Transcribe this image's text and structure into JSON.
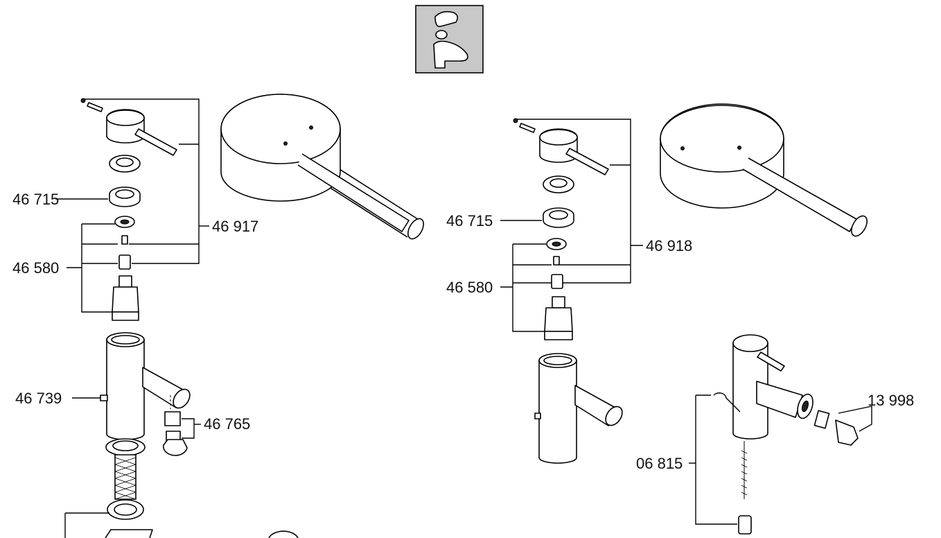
{
  "icon": {
    "name": "lever-faucet-icon",
    "background": "#c8c8c8"
  },
  "labels": {
    "left_handle_seal": "46 715",
    "left_handle_kit": "46 917",
    "left_cartridge": "46 580",
    "left_lever": "46 739",
    "left_aerator": "46 765",
    "right_handle_seal": "46 715",
    "right_handle_kit": "46 918",
    "right_cartridge": "46 580",
    "bidet_aerator": "13 998",
    "bidet_popup": "06 815"
  }
}
